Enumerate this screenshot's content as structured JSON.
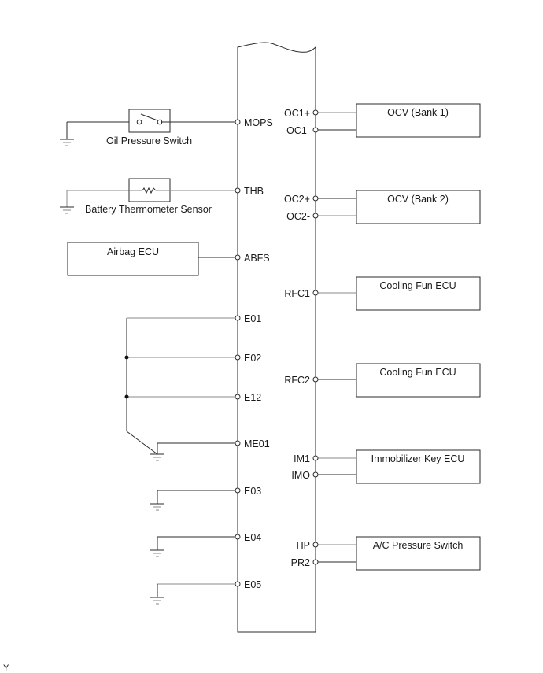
{
  "diagram": {
    "ecu_left_terminals": [
      {
        "id": "MOPS",
        "label": "MOPS"
      },
      {
        "id": "THB",
        "label": "THB"
      },
      {
        "id": "ABFS",
        "label": "ABFS"
      },
      {
        "id": "E01",
        "label": "E01"
      },
      {
        "id": "E02",
        "label": "E02"
      },
      {
        "id": "E12",
        "label": "E12"
      },
      {
        "id": "ME01",
        "label": "ME01"
      },
      {
        "id": "E03",
        "label": "E03"
      },
      {
        "id": "E04",
        "label": "E04"
      },
      {
        "id": "E05",
        "label": "E05"
      }
    ],
    "ecu_right_terminals": [
      {
        "id": "OC1P",
        "label": "OC1+"
      },
      {
        "id": "OC1M",
        "label": "OC1-"
      },
      {
        "id": "OC2P",
        "label": "OC2+"
      },
      {
        "id": "OC2M",
        "label": "OC2-"
      },
      {
        "id": "RFC1",
        "label": "RFC1"
      },
      {
        "id": "RFC2",
        "label": "RFC2"
      },
      {
        "id": "IM1",
        "label": "IM1"
      },
      {
        "id": "IMO",
        "label": "IMO"
      },
      {
        "id": "HP",
        "label": "HP"
      },
      {
        "id": "PR2",
        "label": "PR2"
      }
    ],
    "left_components": {
      "oil_pressure_switch": "Oil Pressure Switch",
      "battery_thermometer_sensor": "Battery Thermometer Sensor",
      "airbag_ecu": "Airbag ECU"
    },
    "right_components": {
      "ocv_bank1": "OCV (Bank 1)",
      "ocv_bank2": "OCV (Bank 2)",
      "cooling_fan_ecu_1": "Cooling Fun ECU",
      "cooling_fan_ecu_2": "Cooling Fun ECU",
      "immobilizer_key_ecu": "Immobilizer Key ECU",
      "ac_pressure_switch": "A/C Pressure Switch"
    },
    "corner_mark": "Y"
  }
}
